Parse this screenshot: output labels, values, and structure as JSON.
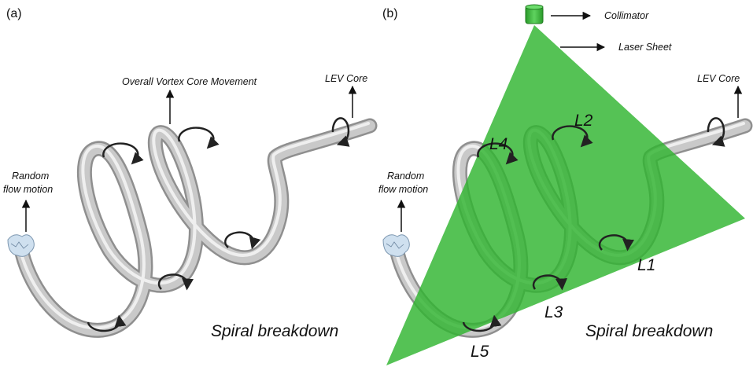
{
  "panel_a": {
    "tag": "(a)",
    "overall_label": "Overall Vortex Core Movement",
    "lev_label": "LEV Core",
    "random_line1": "Random",
    "random_line2": "flow motion",
    "caption": "Spiral breakdown"
  },
  "panel_b": {
    "tag": "(b)",
    "collimator_label": "Collimator",
    "laser_label": "Laser Sheet",
    "lev_label": "LEV Core",
    "random_line1": "Random",
    "random_line2": "flow motion",
    "caption": "Spiral breakdown",
    "planes": [
      "L1",
      "L2",
      "L3",
      "L4",
      "L5"
    ]
  },
  "colors": {
    "tube": "#b8b8b8",
    "tube_highlight": "#eeeeee",
    "laser_sheet": "#2fb52f",
    "collimator": "#3fbf3f",
    "arrow": "#1a1a1a"
  }
}
